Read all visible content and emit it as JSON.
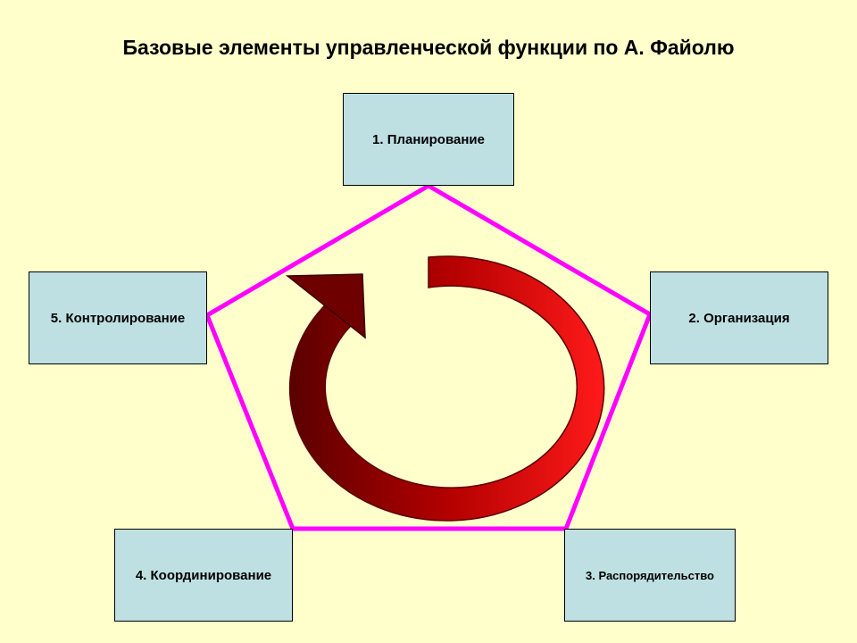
{
  "title": "Базовые элементы управленческой функции по А. Файолю",
  "elements": [
    {
      "label": "1. Планирование"
    },
    {
      "label": "2. Организация"
    },
    {
      "label": "3. Распорядительство"
    },
    {
      "label": "4. Координирование"
    },
    {
      "label": "5. Контролирование"
    }
  ],
  "colors": {
    "background": "#ffffcc",
    "box_fill": "#bfe0e3",
    "pentagon": "#ff00ff",
    "arrow_light": "#ff0000",
    "arrow_dark": "#5a0000"
  }
}
